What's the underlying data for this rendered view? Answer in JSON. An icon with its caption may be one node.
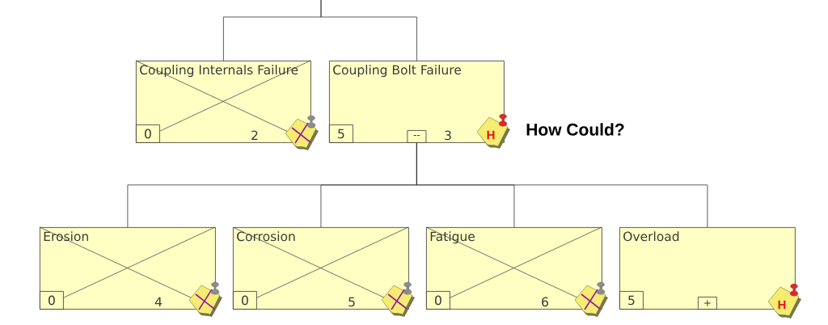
{
  "diagram": {
    "nodes": [
      {
        "text": [
          "Coupling Internals Failure",
          "2"
        ]
      },
      {
        "text": [
          "0"
        ],
        "in": 0
      },
      {
        "text": [
          "Coupling Bolt Failure",
          "3"
        ],
        "beside": [
          "How Could?"
        ]
      },
      {
        "text": [
          "5"
        ],
        "in": 2
      },
      {
        "text": [
          "--"
        ],
        "in": 2
      },
      {
        "text": [
          "Erosion",
          "4"
        ]
      },
      {
        "text": [
          "0"
        ],
        "in": 5
      },
      {
        "text": [
          "Corrosion",
          "5"
        ]
      },
      {
        "text": [
          "0"
        ],
        "in": 7
      },
      {
        "text": [
          "Fatigue",
          "6"
        ]
      },
      {
        "text": [
          "0"
        ],
        "in": 9
      },
      {
        "text": [
          "Overload"
        ]
      },
      {
        "text": [
          "5"
        ],
        "in": 11
      },
      {
        "text": [
          "+"
        ],
        "in": 11
      }
    ],
    "edges": [
      {
        "from": null,
        "to": 0,
        "arrow": "none"
      },
      {
        "from": null,
        "to": 2,
        "arrow": "none"
      },
      {
        "from": 2,
        "to": 5,
        "arrow": "none"
      },
      {
        "from": 2,
        "to": 7,
        "arrow": "none"
      },
      {
        "from": 2,
        "to": 9,
        "arrow": "none"
      },
      {
        "from": 2,
        "to": 11,
        "arrow": "none"
      }
    ],
    "labels": [
      "H",
      "H"
    ]
  }
}
